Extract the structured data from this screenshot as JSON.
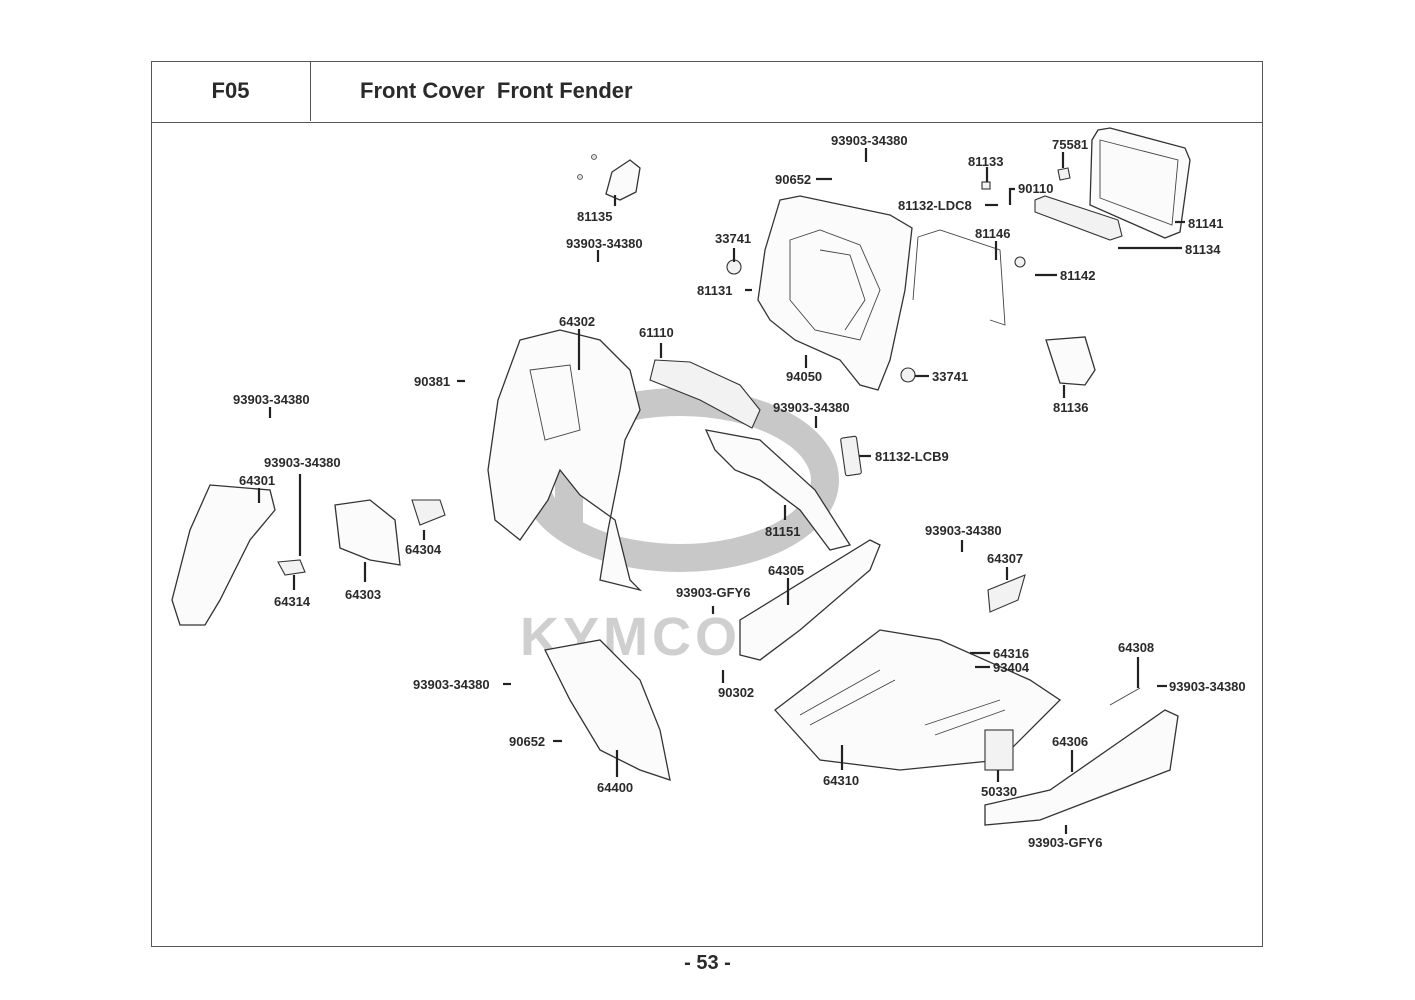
{
  "header": {
    "section_code": "F05",
    "section_title": "Front Cover  Front Fender"
  },
  "watermark": {
    "brand": "KYMCO"
  },
  "footer": {
    "page_number": "- 53 -"
  },
  "part_labels": [
    {
      "id": "p93903_top",
      "text": "93903-34380"
    },
    {
      "id": "p90652_top",
      "text": "90652"
    },
    {
      "id": "p81133",
      "text": "81133"
    },
    {
      "id": "p90110",
      "text": "90110"
    },
    {
      "id": "p81132_ldc8",
      "text": "81132-LDC8"
    },
    {
      "id": "p75581",
      "text": "75581"
    },
    {
      "id": "p81141",
      "text": "81141"
    },
    {
      "id": "p81134",
      "text": "81134"
    },
    {
      "id": "p81146",
      "text": "81146"
    },
    {
      "id": "p81142",
      "text": "81142"
    },
    {
      "id": "p81135",
      "text": "81135"
    },
    {
      "id": "p93903_b",
      "text": "93903-34380"
    },
    {
      "id": "p33741_a",
      "text": "33741"
    },
    {
      "id": "p81131",
      "text": "81131"
    },
    {
      "id": "p64302",
      "text": "64302"
    },
    {
      "id": "p61110",
      "text": "61110"
    },
    {
      "id": "p90381",
      "text": "90381"
    },
    {
      "id": "p94050",
      "text": "94050"
    },
    {
      "id": "p33741_b",
      "text": "33741"
    },
    {
      "id": "p81136",
      "text": "81136"
    },
    {
      "id": "p93903_c",
      "text": "93903-34380"
    },
    {
      "id": "p81132_lcb9",
      "text": "81132-LCB9"
    },
    {
      "id": "p93903_d",
      "text": "93903-34380"
    },
    {
      "id": "p93903_e",
      "text": "93903-34380"
    },
    {
      "id": "p64301",
      "text": "64301"
    },
    {
      "id": "p64304",
      "text": "64304"
    },
    {
      "id": "p64314",
      "text": "64314"
    },
    {
      "id": "p64303",
      "text": "64303"
    },
    {
      "id": "p81151",
      "text": "81151"
    },
    {
      "id": "p93903_f",
      "text": "93903-34380"
    },
    {
      "id": "p64307",
      "text": "64307"
    },
    {
      "id": "p64305",
      "text": "64305"
    },
    {
      "id": "p93903_gfy6_a",
      "text": "93903-GFY6"
    },
    {
      "id": "p64316",
      "text": "64316"
    },
    {
      "id": "p93404",
      "text": "93404"
    },
    {
      "id": "p64308",
      "text": "64308"
    },
    {
      "id": "p93903_g",
      "text": "93903-34380"
    },
    {
      "id": "p93903_h",
      "text": "93903-34380"
    },
    {
      "id": "p90302",
      "text": "90302"
    },
    {
      "id": "p90652_b",
      "text": "90652"
    },
    {
      "id": "p64306",
      "text": "64306"
    },
    {
      "id": "p64310",
      "text": "64310"
    },
    {
      "id": "p50330",
      "text": "50330"
    },
    {
      "id": "p64400",
      "text": "64400"
    },
    {
      "id": "p93903_gfy6_b",
      "text": "93903-GFY6"
    }
  ]
}
